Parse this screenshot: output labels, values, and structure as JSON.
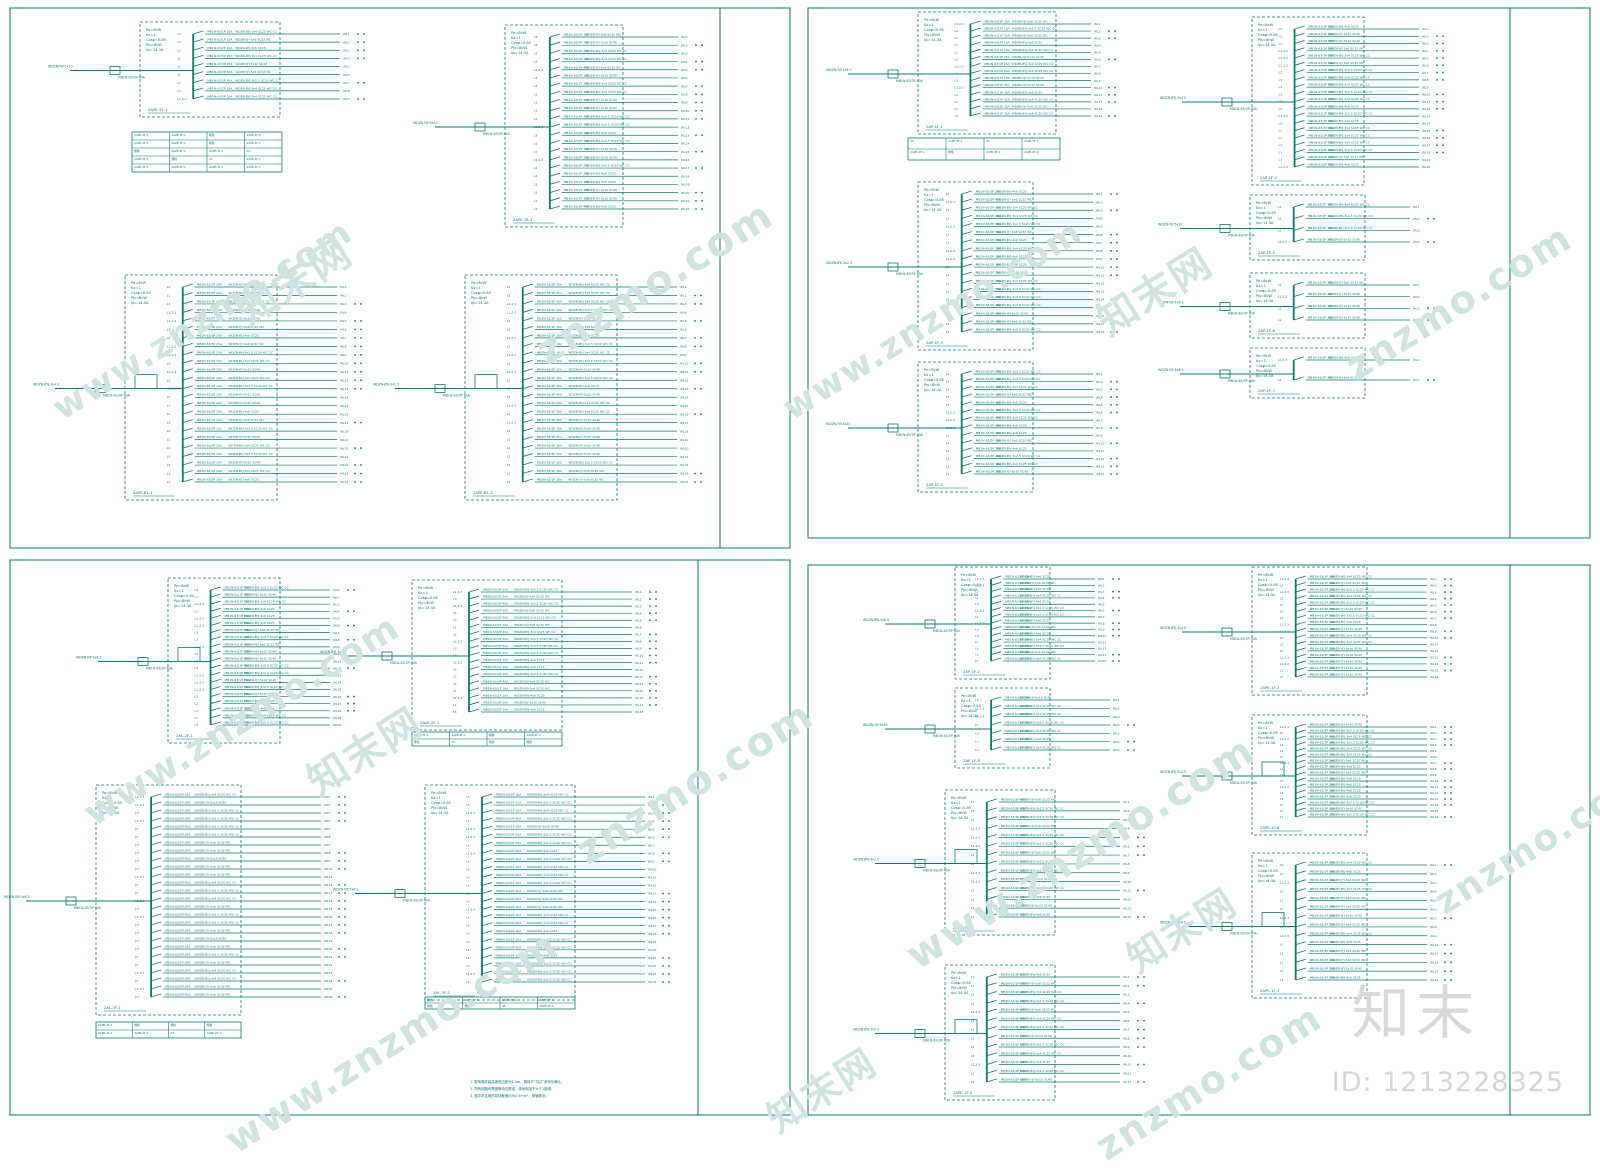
{
  "colors": {
    "line": "#0b7a68",
    "text": "#0b7a68",
    "watermark": "#d2e6e2",
    "brand": "#d8d8d8"
  },
  "watermarks": [
    "www.znzmo.com",
    "知末网",
    "znzmo.com"
  ],
  "brand_label": "知末",
  "image_id": "ID: 1213228325",
  "panel_labels": {
    "q1_a": "2APE-2F-1",
    "q1_b": "2APE-3F-3",
    "q1_c": "2APE-B1-1",
    "q1_d": "2APE-B1-2",
    "q2_a": "2AP-1F-1",
    "q3_a": "2AL-2F-1",
    "q3_b": "2ALE-2F-1",
    "q4_a": "2AP-1F-2",
    "q4_b": "2APE-1F-3"
  },
  "breaker_text": [
    "MB1N-63/1P 16A",
    "MB1N-63/2P 20A",
    "MB1N-63/1P 20A",
    "MB1N-63/3P 25A",
    "MB1N-63/2P 16A",
    "MB1N-63/2P 32A",
    "MB1N-63/3P 40A"
  ],
  "cable_text": [
    "WDZN-BYJ-3x2.5 SC20 WC CC",
    "WDZN-BYJ-3x4 SC25 WC CC",
    "WDZN-YJY-5x10 SC40",
    "WDZN-BYJ-4x6 SC25",
    "WDZN-YJY-5x6 SC32 WC"
  ],
  "phase_text": [
    "L1",
    "L2",
    "L3",
    "L1,2,3"
  ],
  "param_text": [
    "Pe=8kW",
    "Kx=1",
    "Cosφ=0.85",
    "Pjs=8kW",
    "Ijs=14.3A"
  ],
  "note_lines": [
    "1. 配电箱安装高度底边距地1.5m，箱体尺寸由厂家深化确认。",
    "2. 所有回路均需做等电位联结，接地电阻不大于1欧姆。",
    "3. 图中未注明的导线截面均为2.5mm²，穿管敷设。"
  ]
}
